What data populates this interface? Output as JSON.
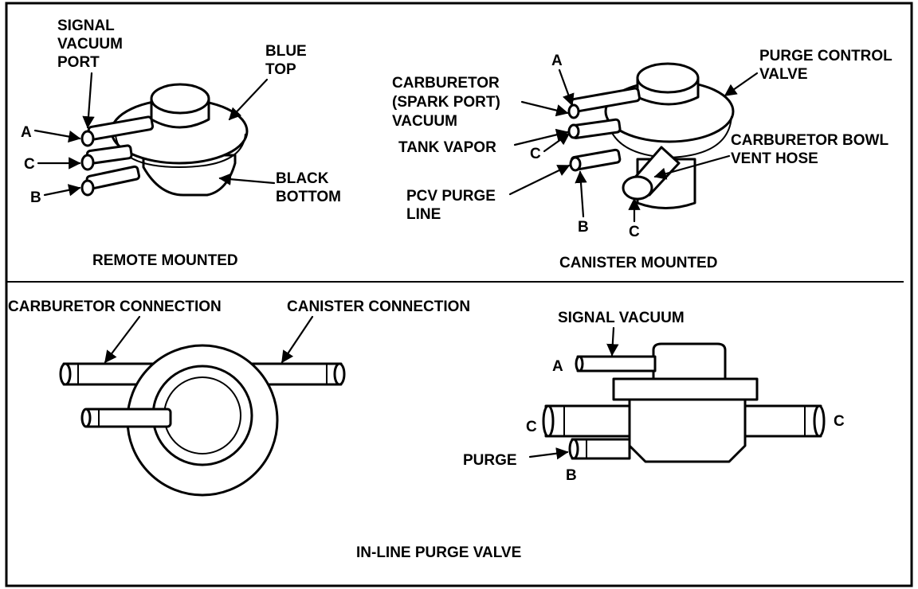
{
  "remote": {
    "signal_port": [
      "SIGNAL",
      "VACUUM",
      "PORT"
    ],
    "blue_top": [
      "BLUE",
      "TOP"
    ],
    "black_bottom": [
      "BLACK",
      "BOTTOM"
    ],
    "port_a": "A",
    "port_c": "C",
    "port_b": "B",
    "title": "REMOTE MOUNTED"
  },
  "canister": {
    "port_a": "A",
    "carb_spark": [
      "CARBURETOR",
      "(SPARK PORT)",
      "VACUUM"
    ],
    "tank_vapor": "TANK VAPOR",
    "port_c_left": "C",
    "pcv": [
      "PCV PURGE",
      "LINE"
    ],
    "port_b": "B",
    "port_c_bottom": "C",
    "purge_control": [
      "PURGE CONTROL",
      "VALVE"
    ],
    "bowl_vent": [
      "CARBURETOR BOWL",
      "VENT HOSE"
    ],
    "title": "CANISTER MOUNTED"
  },
  "inline": {
    "carb_conn": "CARBURETOR CONNECTION",
    "canister_conn": "CANISTER CONNECTION",
    "signal_vacuum": "SIGNAL VACUUM",
    "port_a": "A",
    "port_c_left": "C",
    "port_c_right": "C",
    "purge": "PURGE",
    "port_b": "B",
    "title": "IN-LINE PURGE VALVE"
  }
}
